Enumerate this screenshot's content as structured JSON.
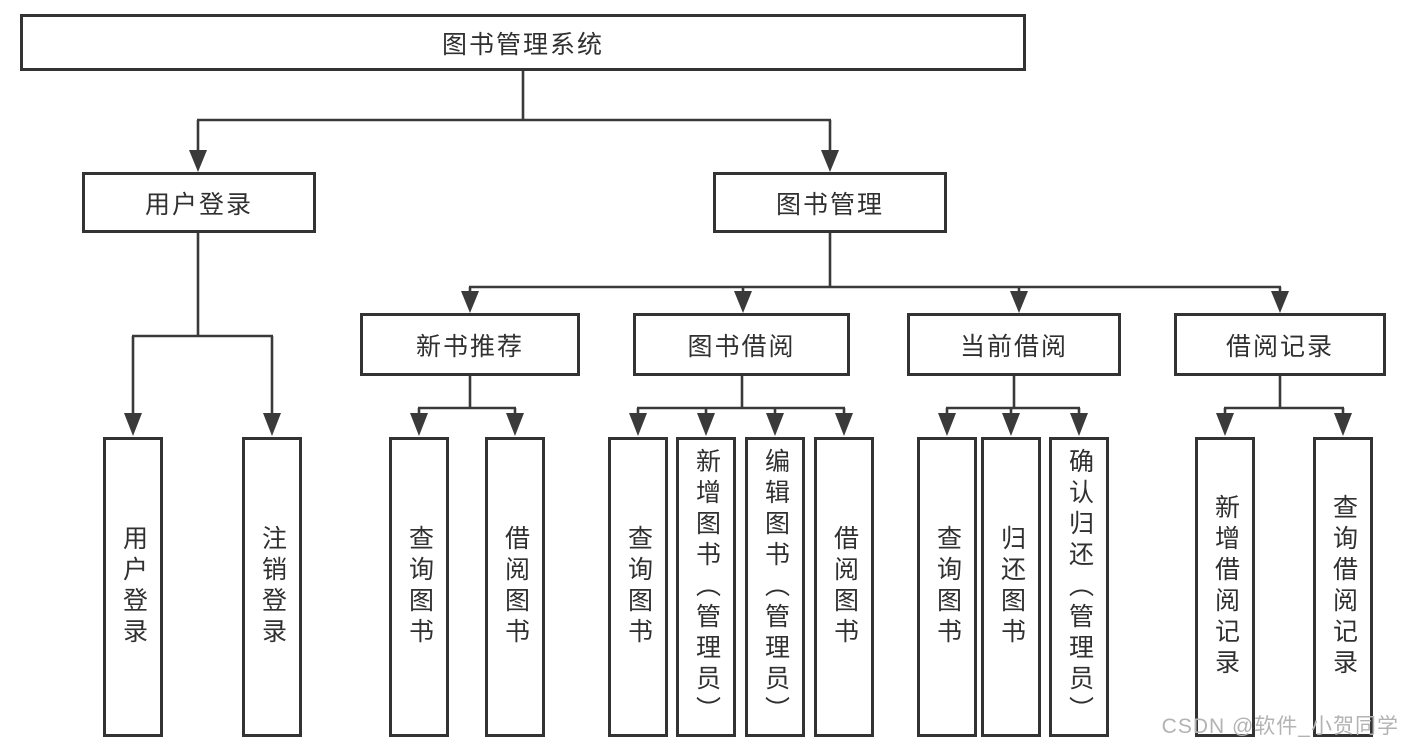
{
  "colors": {
    "line": "#3a3a3a",
    "box_border": "#333333",
    "text": "#303030",
    "watermark": "#b3b3b3",
    "background": "#ffffff"
  },
  "watermark": {
    "text": "CSDN @软件_小贺同学"
  },
  "tree": {
    "label": "图书管理系统",
    "children": [
      {
        "label": "用户登录",
        "children": [
          {
            "label": "用户登录"
          },
          {
            "label": "注销登录"
          }
        ]
      },
      {
        "label": "图书管理",
        "children": [
          {
            "label": "新书推荐",
            "children": [
              {
                "label": "查询图书"
              },
              {
                "label": "借阅图书"
              }
            ]
          },
          {
            "label": "图书借阅",
            "children": [
              {
                "label": "查询图书"
              },
              {
                "label": "新增图书（管理员）"
              },
              {
                "label": "编辑图书（管理员）"
              },
              {
                "label": "借阅图书"
              }
            ]
          },
          {
            "label": "当前借阅",
            "children": [
              {
                "label": "查询图书"
              },
              {
                "label": "归还图书"
              },
              {
                "label": "确认归还（管理员）"
              }
            ]
          },
          {
            "label": "借阅记录",
            "children": [
              {
                "label": "新增借阅记录"
              },
              {
                "label": "查询借阅记录"
              }
            ]
          }
        ]
      }
    ]
  }
}
